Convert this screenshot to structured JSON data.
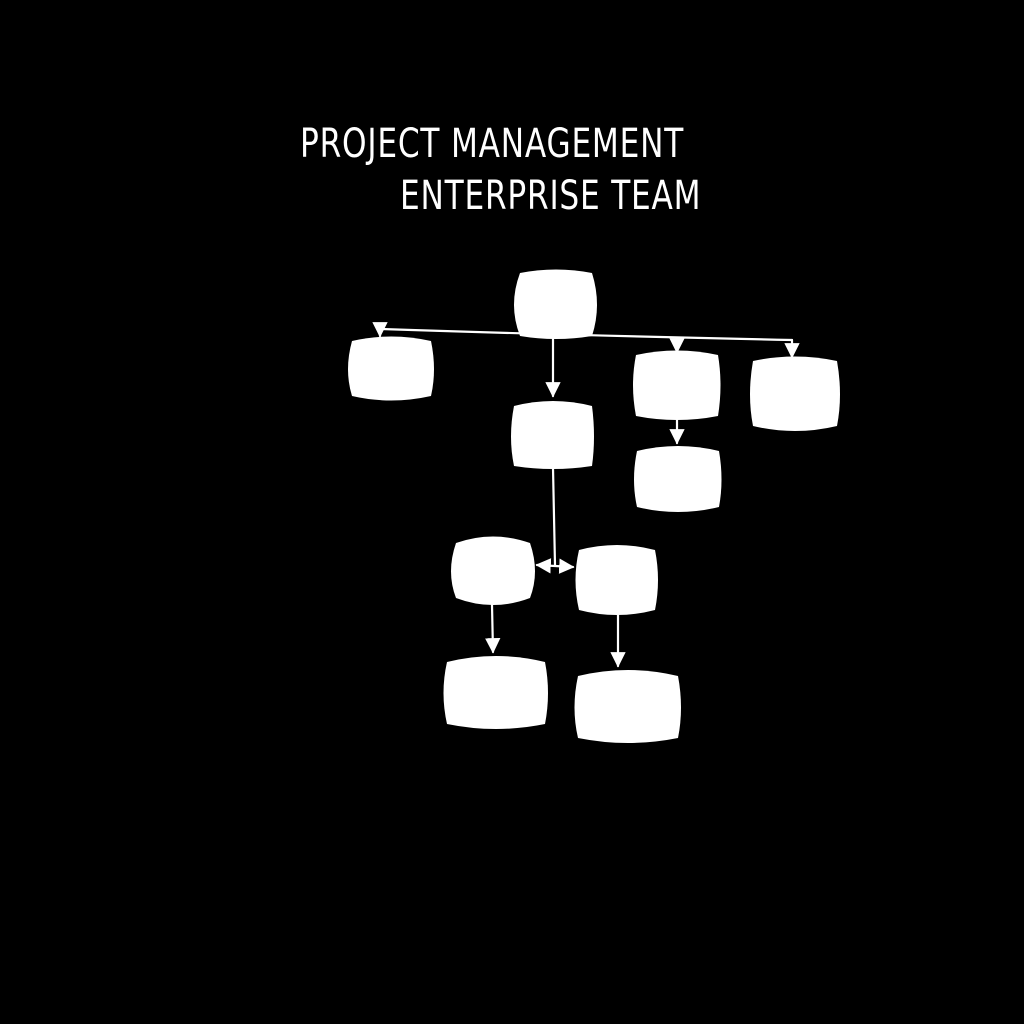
{
  "title": {
    "line1": "PROJECT MANAGEMENT",
    "line2": "ENTERPRISE TEAM"
  },
  "colors": {
    "background": "#000000",
    "ink": "#ffffff"
  },
  "diagram": {
    "nodes": [
      {
        "id": "root",
        "label": ""
      },
      {
        "id": "branch-left",
        "label": ""
      },
      {
        "id": "branch-center",
        "label": ""
      },
      {
        "id": "branch-mid-right",
        "label": ""
      },
      {
        "id": "branch-far-right",
        "label": ""
      },
      {
        "id": "mid-right-child",
        "label": ""
      },
      {
        "id": "lower-left",
        "label": ""
      },
      {
        "id": "lower-right",
        "label": ""
      },
      {
        "id": "bottom-left",
        "label": ""
      },
      {
        "id": "bottom-right",
        "label": ""
      }
    ],
    "edges": [
      {
        "from": "root",
        "to": "branch-left"
      },
      {
        "from": "root",
        "to": "branch-center"
      },
      {
        "from": "root",
        "to": "branch-mid-right"
      },
      {
        "from": "root",
        "to": "branch-far-right"
      },
      {
        "from": "branch-mid-right",
        "to": "mid-right-child"
      },
      {
        "from": "branch-center",
        "to": "lower-left"
      },
      {
        "from": "branch-center",
        "to": "lower-right"
      },
      {
        "from": "lower-left",
        "to": "lower-right",
        "bidirectional": true
      },
      {
        "from": "lower-left",
        "to": "bottom-left"
      },
      {
        "from": "lower-right",
        "to": "bottom-right"
      }
    ]
  }
}
